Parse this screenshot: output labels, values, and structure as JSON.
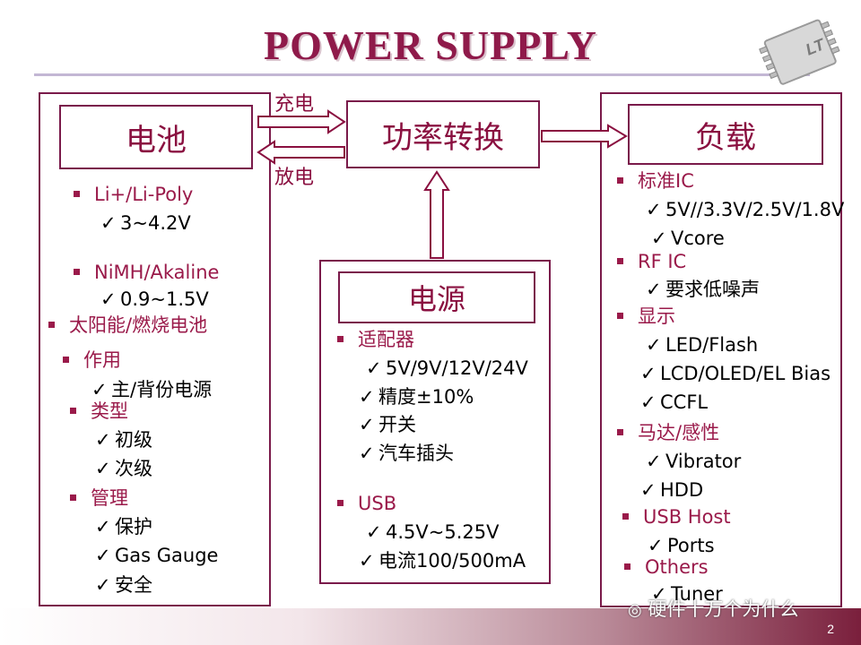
{
  "title": "POWER SUPPLY",
  "logo_text": "LT",
  "page_number": "2",
  "watermark": "硬件十万个为什么",
  "arrows": {
    "charge": "充电",
    "discharge": "放电"
  },
  "battery": {
    "heading": "电池",
    "items": [
      {
        "kind": "bullet",
        "text": "Li+/Li-Poly"
      },
      {
        "kind": "check",
        "text": "3~4.2V"
      },
      {
        "kind": "bullet",
        "text": "NiMH/Akaline"
      },
      {
        "kind": "check",
        "text": "0.9~1.5V"
      },
      {
        "kind": "bullet",
        "text": "太阳能/燃烧电池"
      },
      {
        "kind": "bullet",
        "text": "作用"
      },
      {
        "kind": "check",
        "text": "主/背份电源"
      },
      {
        "kind": "bullet",
        "text": "类型"
      },
      {
        "kind": "check",
        "text": "初级"
      },
      {
        "kind": "check",
        "text": "次级"
      },
      {
        "kind": "bullet",
        "text": "管理"
      },
      {
        "kind": "check",
        "text": "保护"
      },
      {
        "kind": "check",
        "text": "Gas Gauge"
      },
      {
        "kind": "check",
        "text": "安全"
      }
    ]
  },
  "conversion": {
    "heading": "功率转换"
  },
  "source": {
    "heading": "电源",
    "items": [
      {
        "kind": "bullet",
        "text": "适配器"
      },
      {
        "kind": "check",
        "text": "5V/9V/12V/24V"
      },
      {
        "kind": "check",
        "text": "精度±10%"
      },
      {
        "kind": "check",
        "text": "开关"
      },
      {
        "kind": "check",
        "text": "汽车插头"
      },
      {
        "kind": "bullet",
        "text": "USB"
      },
      {
        "kind": "check",
        "text": "4.5V~5.25V"
      },
      {
        "kind": "check",
        "text": "电流100/500mA"
      }
    ]
  },
  "load": {
    "heading": "负载",
    "items": [
      {
        "kind": "bullet",
        "text": "标准IC"
      },
      {
        "kind": "check",
        "text": "5V//3.3V/2.5V/1.8V"
      },
      {
        "kind": "check",
        "text": "Vcore"
      },
      {
        "kind": "bullet",
        "text": "RF IC"
      },
      {
        "kind": "check",
        "text": "要求低噪声"
      },
      {
        "kind": "bullet",
        "text": "显示"
      },
      {
        "kind": "check",
        "text": "LED/Flash"
      },
      {
        "kind": "check",
        "text": "LCD/OLED/EL Bias"
      },
      {
        "kind": "check",
        "text": "CCFL"
      },
      {
        "kind": "bullet",
        "text": "马达/感性"
      },
      {
        "kind": "check",
        "text": "Vibrator"
      },
      {
        "kind": "check",
        "text": "HDD"
      },
      {
        "kind": "bullet",
        "text": "USB Host"
      },
      {
        "kind": "check",
        "text": "Ports"
      },
      {
        "kind": "bullet",
        "text": "Others"
      },
      {
        "kind": "check",
        "text": "Tuner"
      }
    ]
  }
}
